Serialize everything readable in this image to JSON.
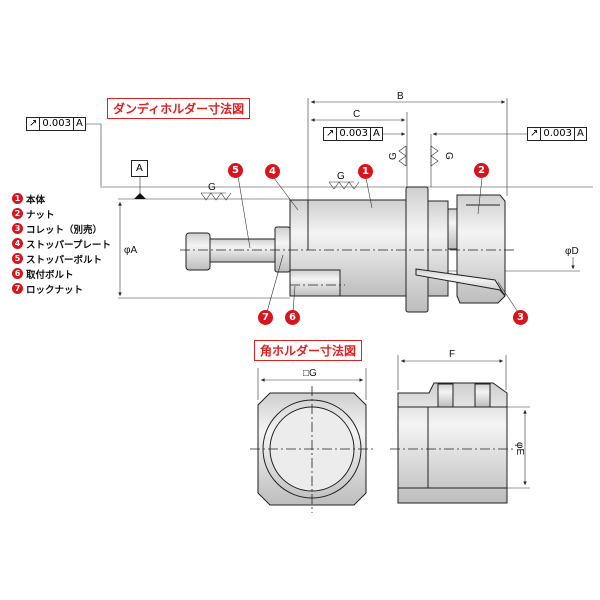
{
  "titles": {
    "dandy": "ダンディホルダー寸法図",
    "square": "角ホルダー寸法図"
  },
  "legend": [
    {
      "num": "1",
      "label": "本体"
    },
    {
      "num": "2",
      "label": "ナット"
    },
    {
      "num": "3",
      "label": "コレット（別売）"
    },
    {
      "num": "4",
      "label": "ストッパープレート"
    },
    {
      "num": "5",
      "label": "ストッパーボルト"
    },
    {
      "num": "6",
      "label": "取付ボルト"
    },
    {
      "num": "7",
      "label": "ロックナット"
    }
  ],
  "tolerance": {
    "symbol": "↗",
    "value": "0.003",
    "datum": "A"
  },
  "datum_label": "A",
  "dimensions": {
    "A": "φA",
    "B": "B",
    "C": "C",
    "D": "φD",
    "E": "φE",
    "F": "F",
    "G_square": "□G",
    "G": "G"
  },
  "accent_color": "#d8141c"
}
